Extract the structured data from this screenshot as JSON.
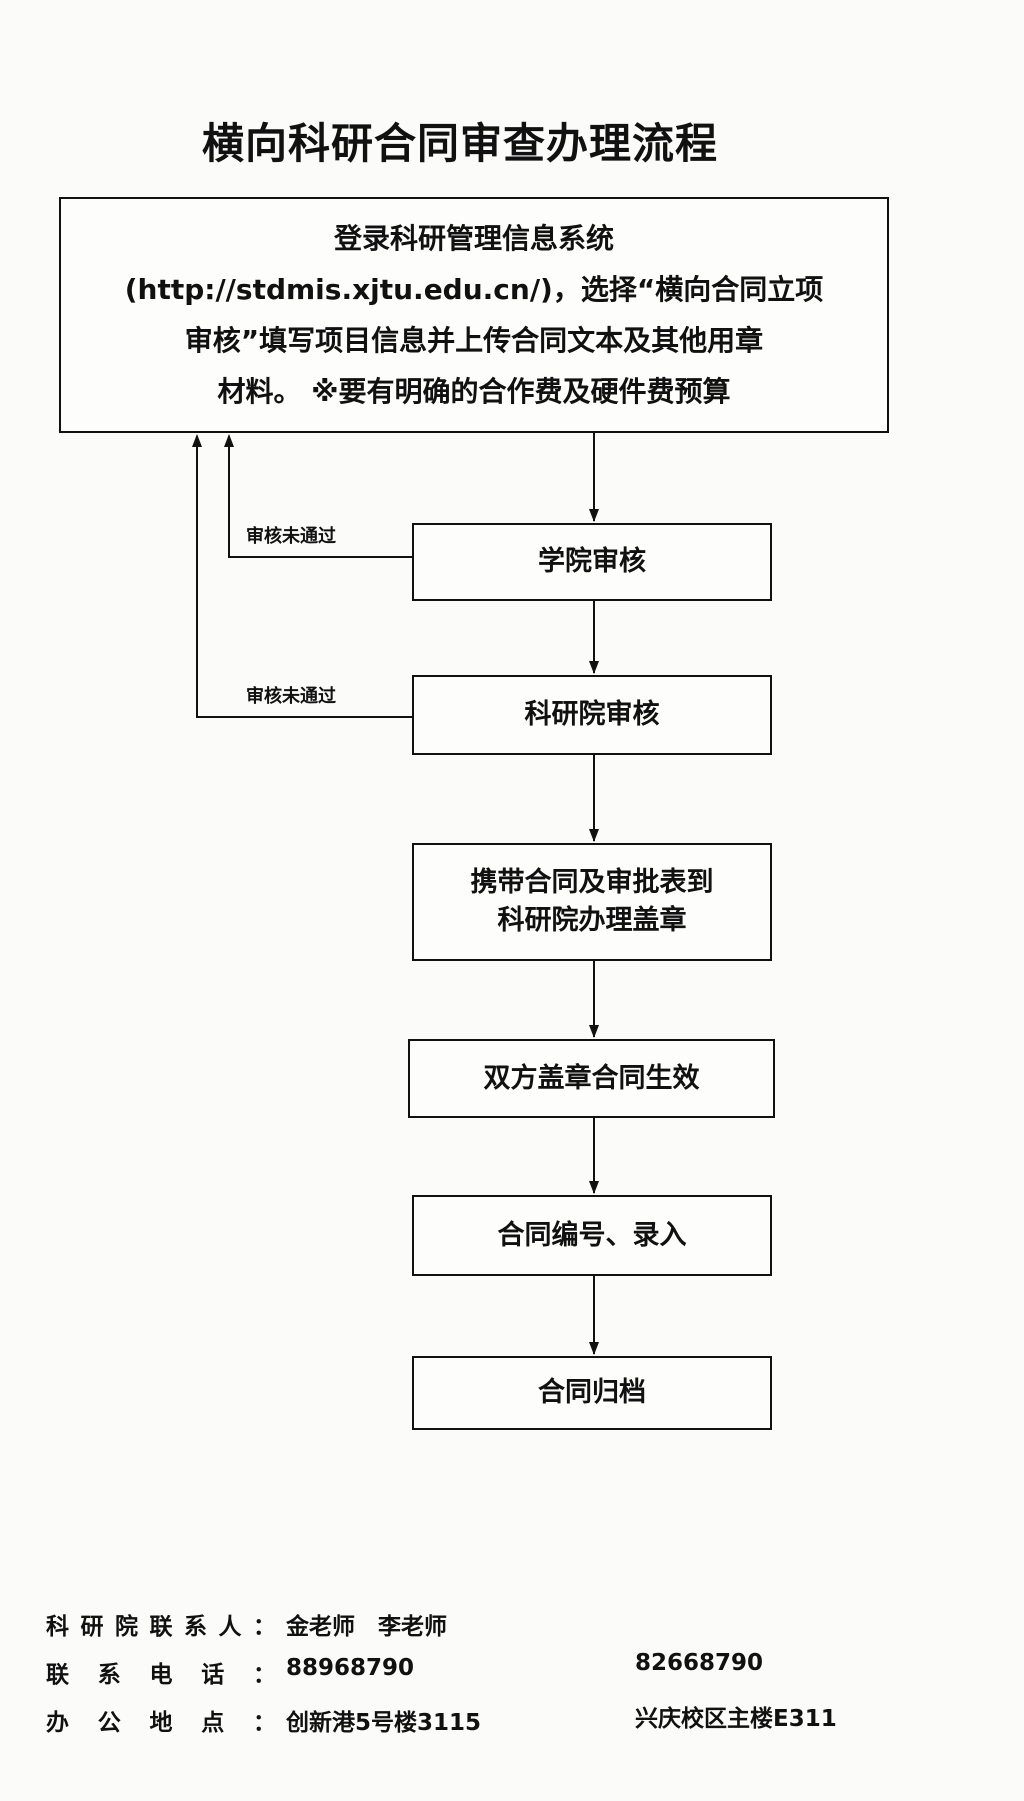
{
  "title": "横向科研合同审查办理流程",
  "steps": {
    "login": {
      "lines": [
        "登录科研管理信息系统",
        "(http://stdmis.xjtu.edu.cn/)，选择“横向合同立项",
        "审核”填写项目信息并上传合同文本及其他用章",
        "材料。 ※要有明确的合作费及硬件费预算"
      ]
    },
    "college_review": "学院审核",
    "research_review": "科研院审核",
    "stamp": [
      "携带合同及审批表到",
      "科研院办理盖章"
    ],
    "effective": "双方盖章合同生效",
    "numbering": "合同编号、录入",
    "archive": "合同归档"
  },
  "feedback": {
    "college_rejected": "审核未通过",
    "research_rejected": "审核未通过"
  },
  "contacts": {
    "person_label": "科研院联系人：",
    "persons": "金老师　李老师",
    "phone_label": "联系电话：",
    "phone1": "88968790",
    "phone2": "82668790",
    "office_label": "办公地点：",
    "office1": "创新港5号楼3115",
    "office2": "兴庆校区主楼E311"
  }
}
